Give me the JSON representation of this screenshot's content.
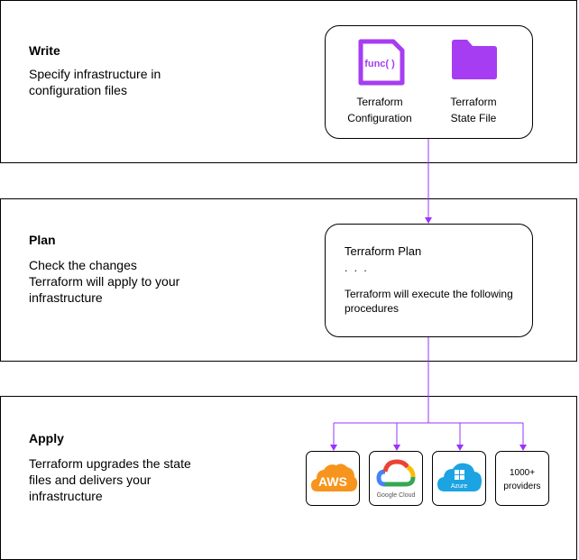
{
  "colors": {
    "accent": "#9933FF",
    "icon_purple": "#A63DF2",
    "aws_orange": "#F7941D",
    "azure_blue": "#1CA4E2"
  },
  "write": {
    "title": "Write",
    "description": "Specify infrastructure in configuration files",
    "card": {
      "items": [
        {
          "icon": "code-file-icon",
          "icon_text": "func( )",
          "label_line1": "Terraform",
          "label_line2": "Configuration"
        },
        {
          "icon": "folder-icon",
          "label_line1": "Terraform",
          "label_line2": "State File"
        }
      ]
    }
  },
  "plan": {
    "title": "Plan",
    "description": "Check the changes Terraform will apply to your infrastructure",
    "card": {
      "title": "Terraform Plan",
      "dots": ". . .",
      "text": "Terraform will execute the following procedures"
    }
  },
  "apply": {
    "title": "Apply",
    "description": "Terraform upgrades the state files and delivers your infrastructure",
    "providers": [
      {
        "name": "aws-logo",
        "text": "AWS"
      },
      {
        "name": "google-cloud-logo",
        "text": "Google Cloud"
      },
      {
        "name": "azure-logo",
        "text": "Azure"
      },
      {
        "name": "more-providers",
        "line1": "1000+",
        "line2": "providers"
      }
    ]
  }
}
